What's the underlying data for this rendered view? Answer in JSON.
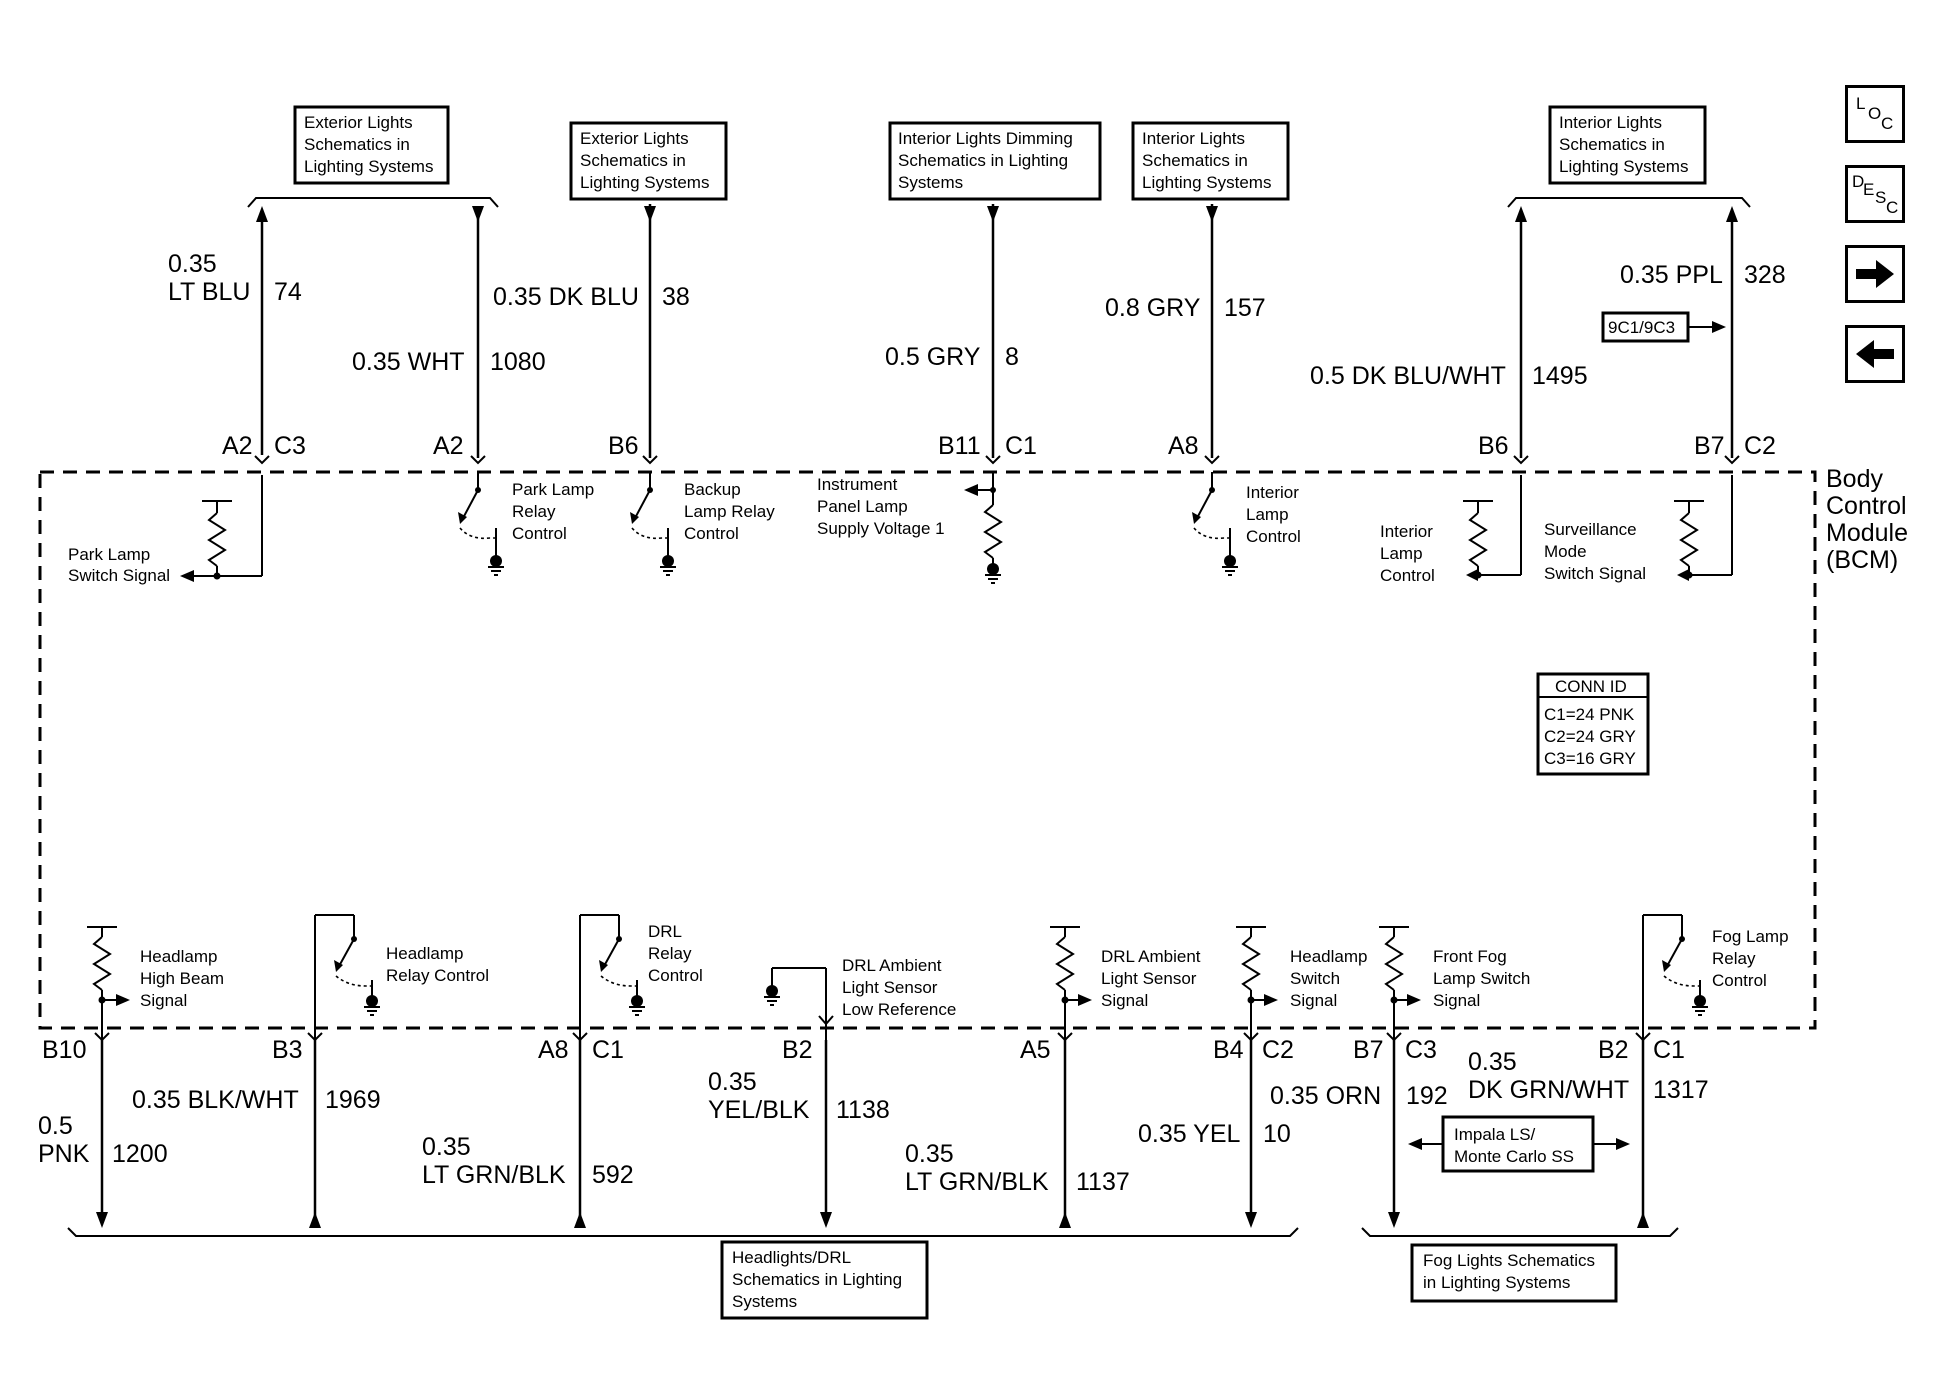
{
  "module": {
    "name_lines": [
      "Body",
      "Control",
      "Module",
      "(BCM)"
    ]
  },
  "nav": {
    "loc": [
      "L",
      "O",
      "C"
    ],
    "desc": [
      "D",
      "E",
      "S",
      "C"
    ]
  },
  "top_refs": {
    "ext1": [
      "Exterior Lights",
      "Schematics in",
      "Lighting Systems"
    ],
    "ext2": [
      "Exterior Lights",
      "Schematics in",
      "Lighting Systems"
    ],
    "dim": [
      "Interior Lights Dimming",
      "Schematics in Lighting",
      "Systems"
    ],
    "int1": [
      "Interior Lights",
      "Schematics in",
      "Lighting Systems"
    ],
    "int2": [
      "Interior Lights",
      "Schematics in",
      "Lighting Systems"
    ]
  },
  "top_wires": {
    "w74": {
      "gauge": [
        "0.35",
        "LT BLU"
      ],
      "circuit": "74",
      "pin": "A2",
      "conn": "C3"
    },
    "w1080": {
      "gauge": "0.35 WHT",
      "circuit": "1080",
      "pin": "A2"
    },
    "w38": {
      "gauge": "0.35 DK BLU",
      "circuit": "38",
      "pin": "B6"
    },
    "w8": {
      "gauge": "0.5 GRY",
      "circuit": "8",
      "pin": "B11",
      "conn": "C1"
    },
    "w157": {
      "gauge": "0.8 GRY",
      "circuit": "157",
      "pin": "A8"
    },
    "w1495": {
      "gauge": "0.5 DK BLU/WHT",
      "circuit": "1495",
      "pin": "B6"
    },
    "w328": {
      "gauge": "0.35 PPL",
      "circuit": "328",
      "pin": "B7",
      "conn": "C2",
      "tag": "9C1/9C3"
    }
  },
  "top_components": {
    "park_switch": [
      "Park Lamp",
      "Switch Signal"
    ],
    "park_relay": [
      "Park Lamp",
      "Relay",
      "Control"
    ],
    "backup_relay": [
      "Backup",
      "Lamp Relay",
      "Control"
    ],
    "ip_supply": [
      "Instrument",
      "Panel Lamp",
      "Supply Voltage 1"
    ],
    "interior_lamp": [
      "Interior",
      "Lamp",
      "Control"
    ],
    "interior_lamp2": [
      "Interior",
      "Lamp",
      "Control"
    ],
    "surveillance": [
      "Surveillance",
      "Mode",
      "Switch Signal"
    ]
  },
  "conn_id": {
    "title": "CONN ID",
    "rows": [
      "C1=24 PNK",
      "C2=24 GRY",
      "C3=16 GRY"
    ]
  },
  "bottom_components": {
    "hb_signal": [
      "Headlamp",
      "High Beam",
      "Signal"
    ],
    "hl_relay": [
      "Headlamp",
      "Relay Control"
    ],
    "drl_relay": [
      "DRL",
      "Relay",
      "Control"
    ],
    "drl_lowref": [
      "DRL Ambient",
      "Light Sensor",
      "Low Reference"
    ],
    "drl_signal": [
      "DRL Ambient",
      "Light Sensor",
      "Signal"
    ],
    "hl_switch": [
      "Headlamp",
      "Switch",
      "Signal"
    ],
    "fog_switch": [
      "Front Fog",
      "Lamp Switch",
      "Signal"
    ],
    "fog_relay": [
      "Fog Lamp",
      "Relay",
      "Control"
    ]
  },
  "bottom_wires": {
    "w1200": {
      "gauge": [
        "0.5",
        "PNK"
      ],
      "circuit": "1200",
      "pin": "B10"
    },
    "w1969": {
      "gauge": "0.35 BLK/WHT",
      "circuit": "1969",
      "pin": "B3"
    },
    "w592": {
      "gauge": [
        "0.35",
        "LT GRN/BLK"
      ],
      "circuit": "592",
      "pin": "A8",
      "conn": "C1"
    },
    "w1138": {
      "gauge": [
        "0.35",
        "YEL/BLK"
      ],
      "circuit": "1138",
      "pin": "B2"
    },
    "w1137": {
      "gauge": [
        "0.35",
        "LT GRN/BLK"
      ],
      "circuit": "1137",
      "pin": "A5"
    },
    "w10": {
      "gauge": "0.35 YEL",
      "circuit": "10",
      "pin": "B4",
      "conn": "C2"
    },
    "w192": {
      "gauge": "0.35 ORN",
      "circuit": "192",
      "pin": "B7",
      "conn": "C3"
    },
    "w1317": {
      "gauge": [
        "0.35",
        "DK GRN/WHT"
      ],
      "circuit": "1317",
      "pin": "B2",
      "conn": "C1"
    }
  },
  "bottom_refs": {
    "headlights": [
      "Headlights/DRL",
      "Schematics in Lighting",
      "Systems"
    ],
    "fog": [
      "Fog Lights Schematics",
      "in Lighting Systems"
    ],
    "impala": [
      "Impala LS/",
      "Monte Carlo SS"
    ]
  }
}
